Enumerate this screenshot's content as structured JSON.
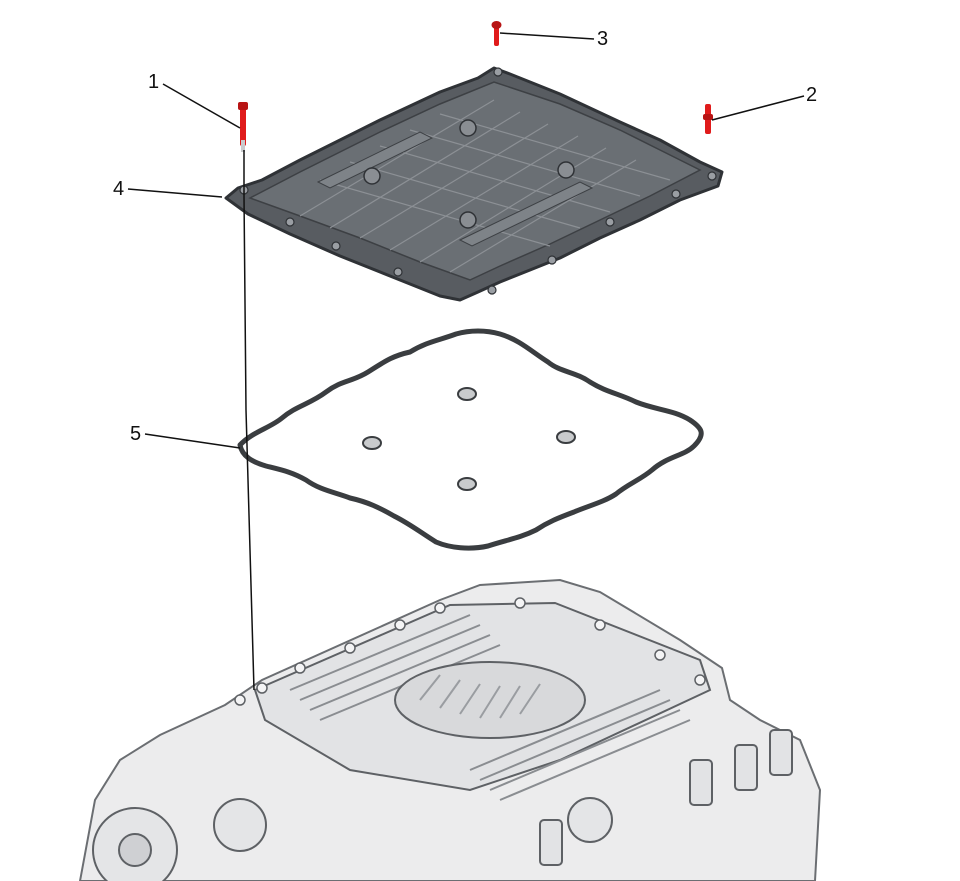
{
  "callouts": [
    {
      "number": "1",
      "part": "bolt"
    },
    {
      "number": "2",
      "part": "bolt"
    },
    {
      "number": "3",
      "part": "bolt"
    },
    {
      "number": "4",
      "part": "cover"
    },
    {
      "number": "5",
      "part": "gasket"
    }
  ],
  "colors": {
    "fastener": "#e01b1b",
    "cover_fill": "#555a5f",
    "cover_edge": "#2f3236",
    "gasket": "#3a3d40",
    "engine_line": "#6b6e72",
    "engine_fill": "#e9eaeb",
    "leader": "#111111"
  }
}
